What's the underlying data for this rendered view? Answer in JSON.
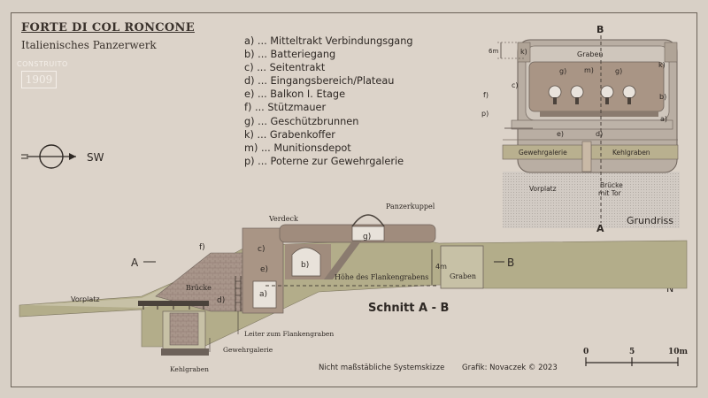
{
  "header": {
    "title": "FORTE DI COL RONCONE",
    "subtitle": "Italienisches Panzerwerk",
    "built_label": "CONSTRUITO",
    "built_year": "1909"
  },
  "legend": [
    "a) ... Mitteltrakt Verbindungsgang",
    "b) ... Batteriegang",
    "c) ... Seitentrakt",
    "d) ... Eingangsbereich/Plateau",
    "e) ... Balkon I. Etage",
    "f) ... Stützmauer",
    "g) ... Geschützbrunnen",
    "k) ... Grabenkoffer",
    "m) ... Munitionsdepot",
    "p) ... Poterne zur Gewehrgalerie"
  ],
  "compass_left": {
    "label": "SW"
  },
  "compass_right": {
    "label": "N"
  },
  "plan": {
    "section_top": "B",
    "section_bottom": "A",
    "title": "Grundriss",
    "graben": "Graben",
    "gewehrgalerie": "Gewehrgalerie",
    "kehlgraben": "Kehlgraben",
    "vorplatz": "Vorplatz",
    "bruecke": "Brücke",
    "mit_tor": "mit Tor",
    "scale_6m": "6m",
    "labels": {
      "k_left": "k)",
      "k_right": "k)",
      "b": "b)",
      "c": "c)",
      "f": "f)",
      "p": "p)",
      "a": "a)",
      "e": "e)",
      "d": "d)",
      "g1": "g)",
      "m": "m)",
      "g2": "g)"
    }
  },
  "section": {
    "marker_a": "A",
    "marker_b": "B",
    "title": "Schnitt  A - B",
    "verdeck": "Verdeck",
    "panzerkuppel": "Panzerkuppel",
    "vorplatz": "Vorplatz",
    "bruecke": "Brücke",
    "hoehe": "Höhe des Flankengrabens",
    "graben": "Graben",
    "depth_4m": "4m",
    "leiter": "Leiter zum Flankengraben",
    "gewehrgalerie": "Gewehrgalerie",
    "kehlgraben": "Kehlgraben",
    "labels": {
      "f": "f)",
      "c": "c)",
      "e": "e)",
      "d": "d)",
      "a": "a)",
      "b": "b)",
      "g": "g)"
    }
  },
  "scalebar": {
    "ticks": [
      "0",
      "5",
      "10m"
    ]
  },
  "footer": {
    "note": "Nicht maßstäbliche Systemskizze",
    "credit": "Grafik: Novaczek © 2023"
  }
}
